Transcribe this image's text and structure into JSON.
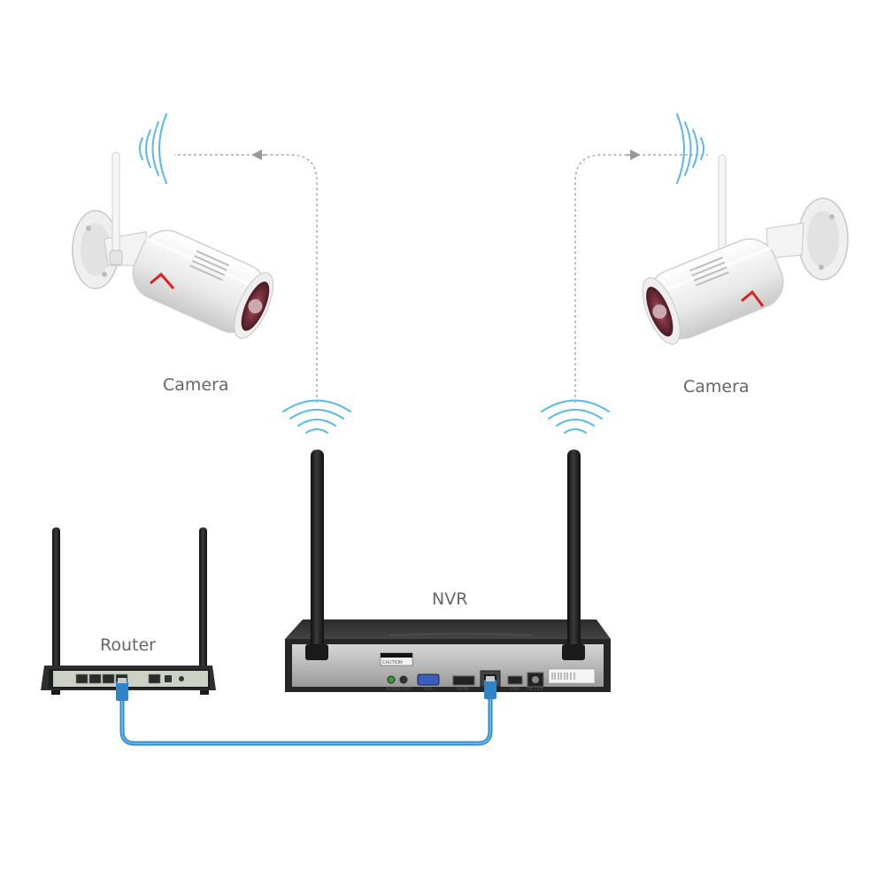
{
  "labels": {
    "camera_left": "Camera",
    "camera_right": "Camera",
    "nvr": "NVR",
    "router": "Router"
  },
  "nvr_panel": {
    "caution": "CAUTION",
    "audio_out": "AUDIO OUT",
    "vga": "VGA",
    "hdmi": "HDMI",
    "usb": "USB",
    "dc": "DC12V"
  },
  "colors": {
    "cable": "#3a9ad9",
    "wifi": "#5bb8e8",
    "dashed_link": "#999999",
    "label_text": "#666666"
  },
  "icons": [
    "camera-icon",
    "wifi-signal-icon",
    "antenna-icon",
    "router-icon",
    "nvr-icon",
    "ethernet-cable-icon"
  ]
}
